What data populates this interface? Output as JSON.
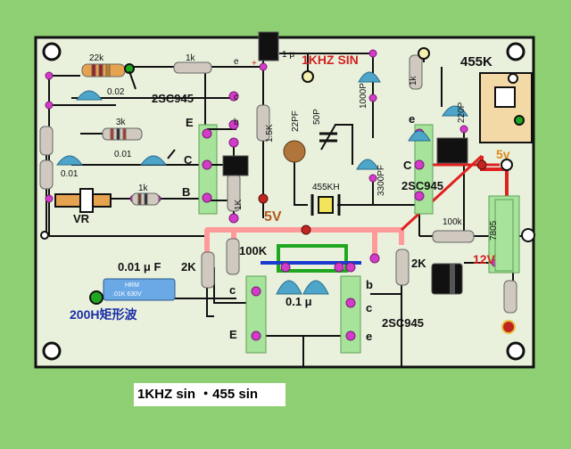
{
  "board": {
    "background": "#8fcf73",
    "pcb_color": "#e9f1dd",
    "trace_color": "#111111",
    "power_trace_color": "#ff9a9a",
    "hot_trace_color": "#e02020",
    "via_color": "#d23cc8"
  },
  "labels": {
    "r_22k": "22k",
    "c_002": "0.02",
    "r_1k_top": "1k",
    "e_top": "e",
    "c_top": "c",
    "b_top": "b",
    "q1_part": "2SC945",
    "cap_1u": "1 μ",
    "plus": "+",
    "title_1khz": "1KHZ SIN",
    "r_3k": "3k",
    "c_001a": "0.01",
    "c_001b": "0.01",
    "e_left": "E",
    "c_left": "C",
    "b_left": "B",
    "r_1k_mid": "1k",
    "vr": "VR",
    "r_15k": "1.5K",
    "r_1k_v": "1K",
    "c_22pf": "22PF",
    "c_50p": "50P",
    "c_1000p": "1000P",
    "c_3300pf": "3300PF",
    "xtal": "455KH",
    "r_1k_right": "1k",
    "c_220p": "220P",
    "e_right": "e",
    "c_right": "C",
    "q2_part": "2SC945",
    "if_455k": "455K",
    "v5_right": "5v",
    "v5_center": "5V",
    "r_100k": "100k",
    "reg_7805": "7805",
    "v12": "12V",
    "c_001uf": "0.01 μ F",
    "r_2k_left": "2K",
    "r_100k_center": "100K",
    "hrm_l1": "HRM",
    "hrm_l2": ".01K 630V",
    "sq_200h": "200H矩形波",
    "c_lower": "c",
    "c_01u": "0.1 μ",
    "b_lower": "b",
    "c_lower_r": "c",
    "r_2k_right": "2K",
    "q3_part": "2SC945",
    "e_lower": "E",
    "e_lower_r": "e"
  },
  "caption": "1KHZ sin ・455 sin"
}
